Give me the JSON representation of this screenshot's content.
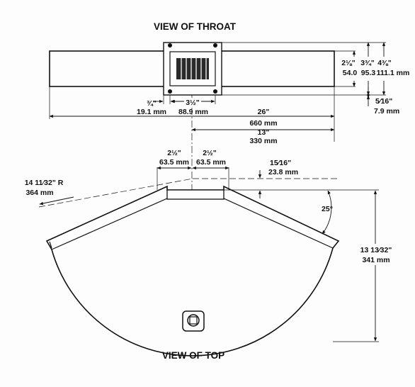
{
  "titles": {
    "throat": "VIEW OF THROAT",
    "top": "VIEW OF TOP"
  },
  "throat_dims": {
    "h1_in": "2⅛\"",
    "h1_mm": "54.0",
    "h2_in": "3¾\"",
    "h2_mm": "95.3",
    "h3_in": "4⅜\"",
    "h3_mm": "111.1 mm",
    "gap_in": "5⁄16\"",
    "gap_mm": "7.9 mm",
    "edge_in": "¾\"",
    "edge_mm": "19.1 mm",
    "center_in": "3½\"",
    "center_mm": "88.9 mm",
    "total_in": "26\"",
    "total_mm": "660 mm",
    "half_in": "13\"",
    "half_mm": "330 mm"
  },
  "top_dims": {
    "left_in": "2½\"",
    "left_mm": "63.5 mm",
    "right_in": "2½\"",
    "right_mm": "63.5 mm",
    "offset_in": "15⁄16\"",
    "offset_mm": "23.8 mm",
    "radius_in": "14 11⁄32\" R",
    "radius_mm": "364 mm",
    "angle": "25°",
    "depth_in": "13 13⁄32\"",
    "depth_mm": "341 mm"
  }
}
